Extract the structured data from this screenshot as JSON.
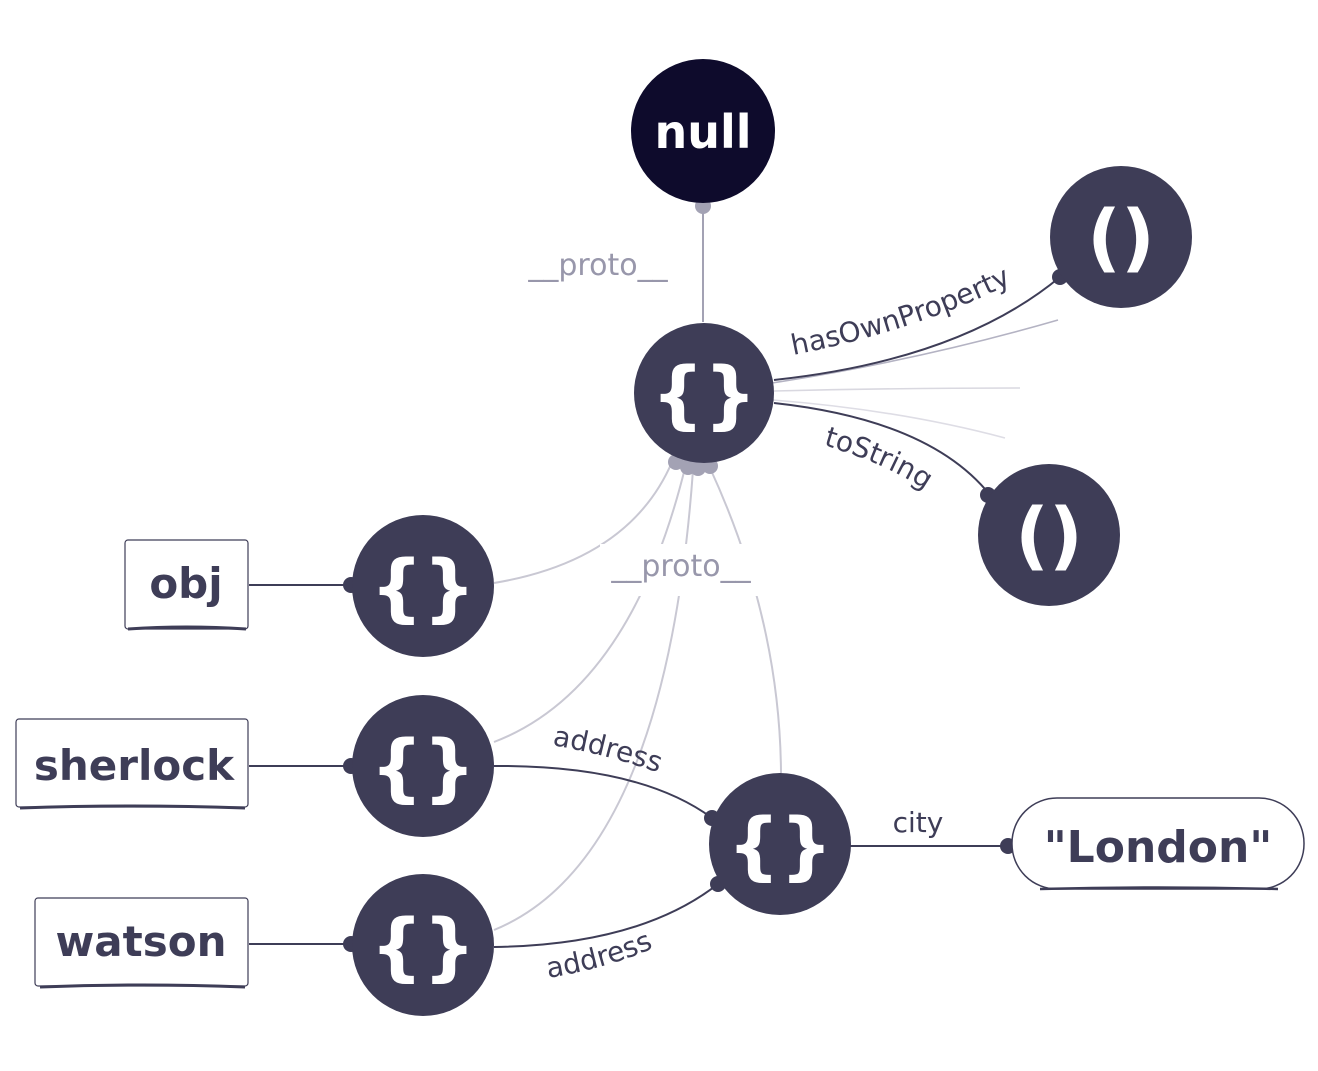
{
  "colors": {
    "node": "#3e3d57",
    "null_node": "#0e0b2c",
    "edge_dark": "#3e3d57",
    "edge_light": "#c9c8d3",
    "edge_mid": "#a3a2b4",
    "proto_label": "#9897ab",
    "text_white": "#ffffff",
    "box_border": "#3e3d57"
  },
  "nodes": {
    "null": "null",
    "object_prototype": "{}",
    "has_own_property_fn": "()",
    "to_string_fn": "()",
    "obj_object": "{}",
    "sherlock_object": "{}",
    "watson_object": "{}",
    "address_object": "{}"
  },
  "variables": {
    "obj": "obj",
    "sherlock": "sherlock",
    "watson": "watson"
  },
  "values": {
    "london": "\"London\""
  },
  "edge_labels": {
    "proto_top": "__proto__",
    "proto_bottom": "__proto__",
    "has_own_property": "hasOwnProperty",
    "to_string": "toString",
    "sherlock_address": "address",
    "watson_address": "address",
    "city": "city"
  }
}
